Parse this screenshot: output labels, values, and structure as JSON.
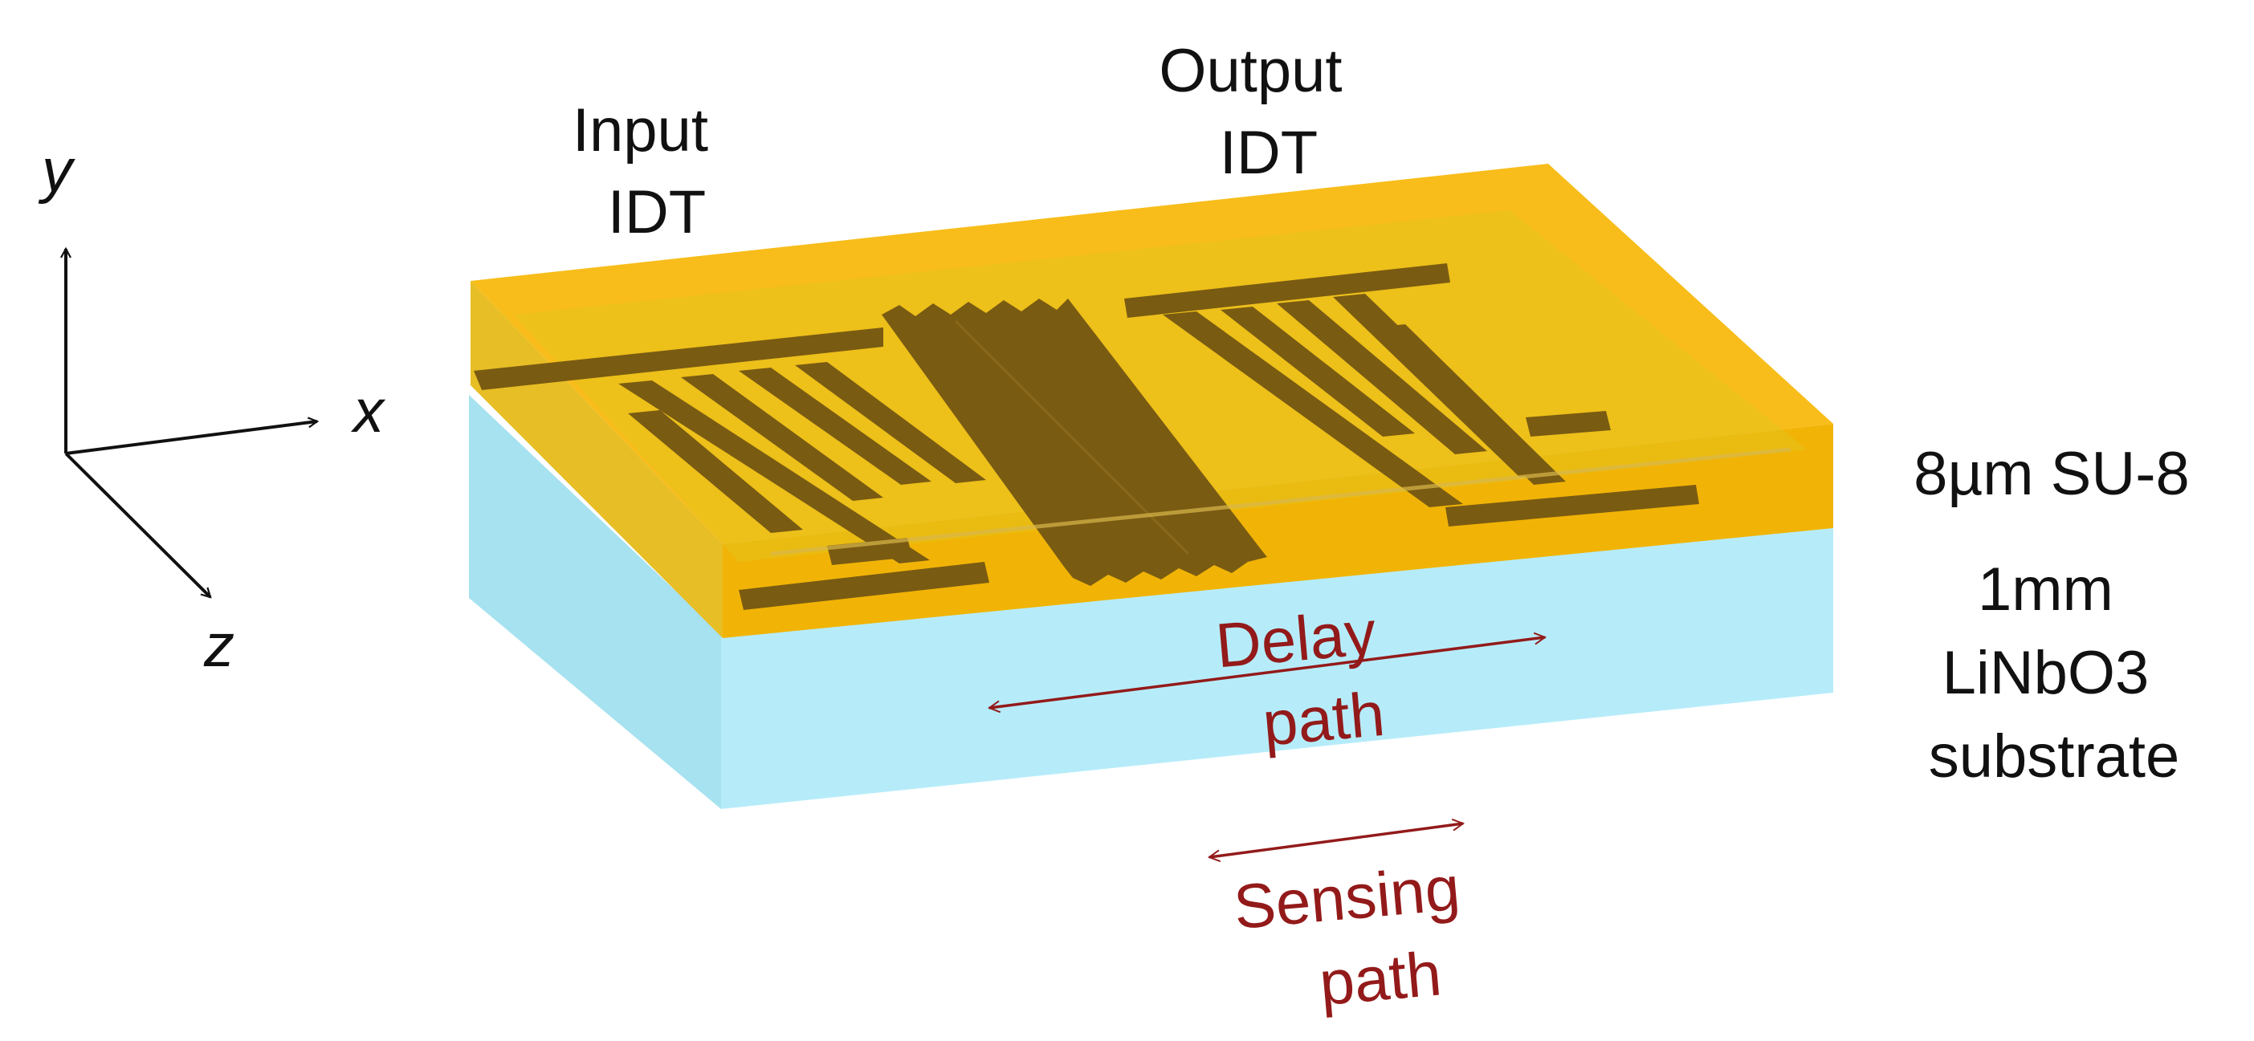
{
  "axes": {
    "y_label": "y",
    "x_label": "x",
    "z_label": "z"
  },
  "labels": {
    "input_idt": [
      "Input",
      "IDT"
    ],
    "output_idt": [
      "Output",
      "IDT"
    ],
    "su8_layer": "8µm SU-8",
    "substrate": [
      "1mm",
      "LiNbO3",
      "substrate"
    ],
    "delay_path": [
      "Delay",
      "path"
    ],
    "sensing_path": [
      "Sensing",
      "path"
    ]
  },
  "colors": {
    "substrate_top": "#b2ebf7",
    "substrate_front": "#b6ecfa",
    "substrate_side": "#a6e2f0",
    "su8_layer": "#f4b90a",
    "electrode": "#7a5b12",
    "annotation_red": "#931a1a",
    "text": "#111111"
  }
}
